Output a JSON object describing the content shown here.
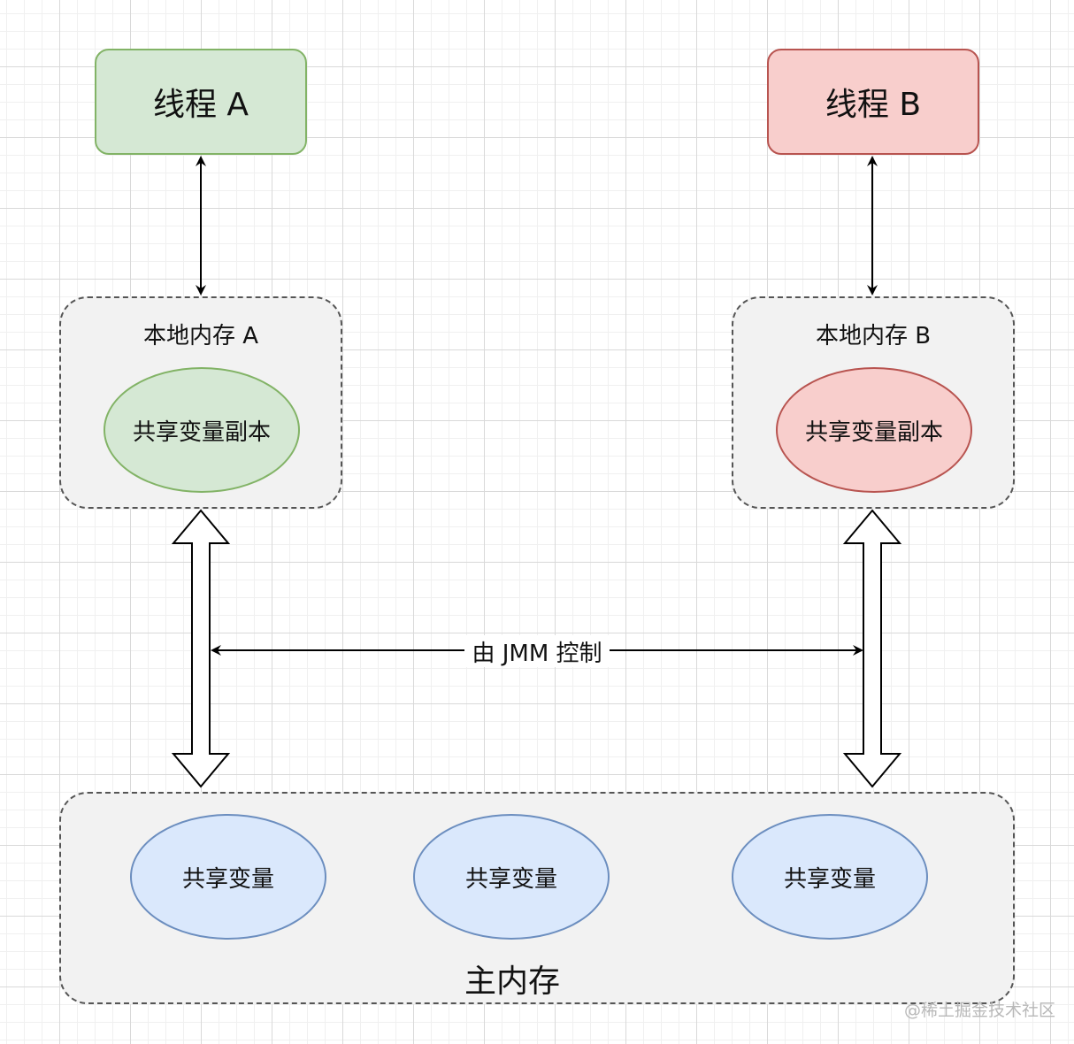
{
  "thread_a": {
    "label": "线程 A",
    "fill": "#d5e8d4",
    "stroke": "#82b366"
  },
  "thread_b": {
    "label": "线程 B",
    "fill": "#f8cecc",
    "stroke": "#b85450"
  },
  "local_memory_a": {
    "title": "本地内存 A",
    "copy_label": "共享变量副本"
  },
  "local_memory_b": {
    "title": "本地内存 B",
    "copy_label": "共享变量副本"
  },
  "jmm_arrow": {
    "label": "由 JMM 控制"
  },
  "main_memory": {
    "title": "主内存",
    "variables": [
      {
        "label": "共享变量"
      },
      {
        "label": "共享变量"
      },
      {
        "label": "共享变量"
      }
    ],
    "variable_fill": "#dae8fc",
    "variable_stroke": "#6c8ebf"
  },
  "watermark": "@稀土掘金技术社区"
}
